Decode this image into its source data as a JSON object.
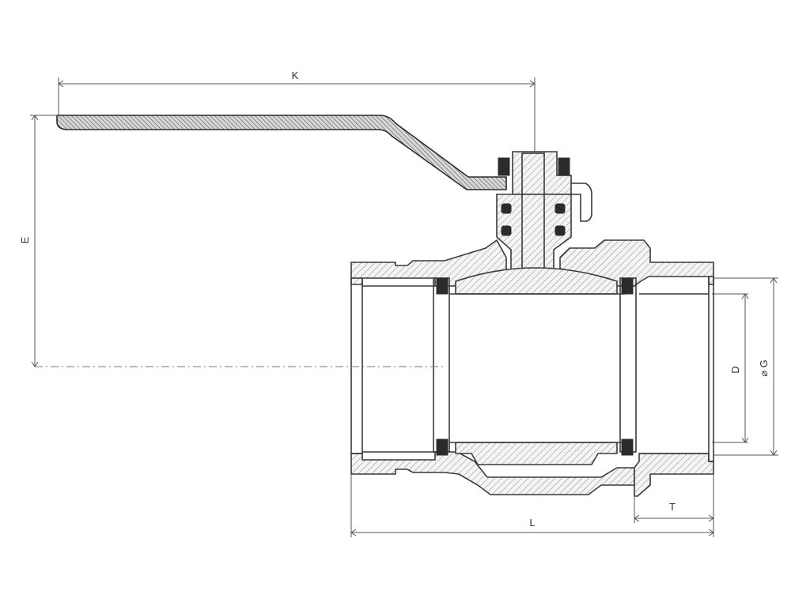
{
  "dimensions": {
    "k": "K",
    "e": "E",
    "d": "D",
    "g": "⌀ G",
    "l": "L",
    "t": "T"
  },
  "colors": {
    "ink": "#3a3a3a",
    "hatch": "#8a8a8a",
    "background": "#ffffff"
  }
}
